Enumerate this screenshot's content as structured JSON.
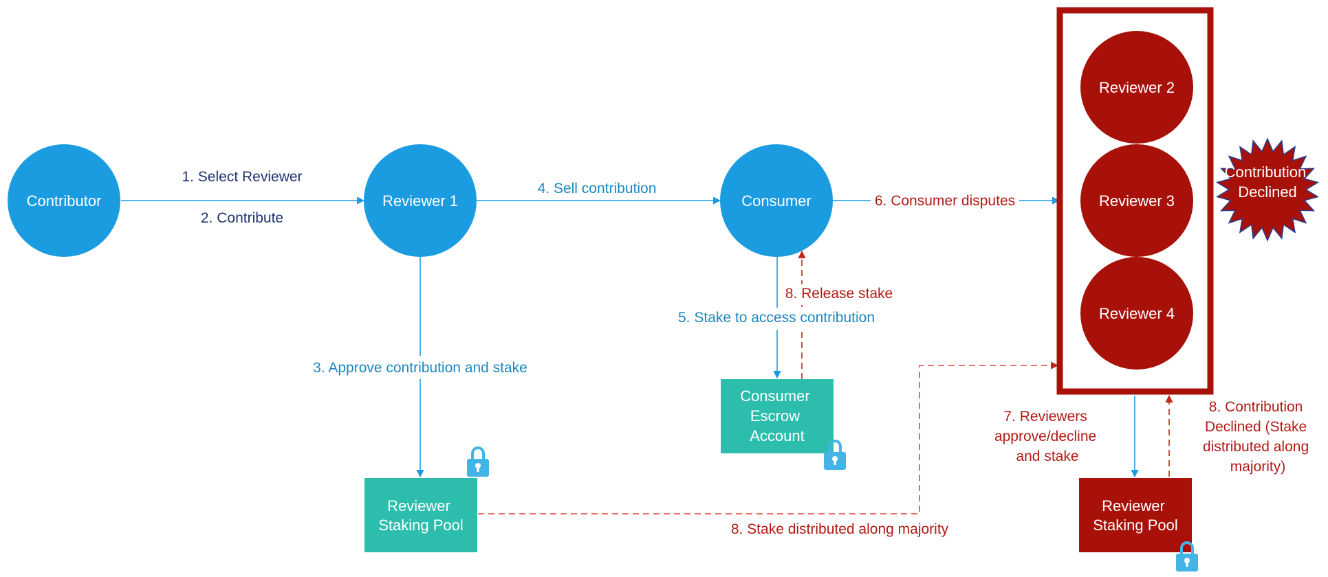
{
  "colors": {
    "blue_node": "#1b9ce0",
    "teal_box": "#2dbdad",
    "dark_red": "#a81109",
    "navy_text": "#1f3270",
    "blue_text": "#1a87c0",
    "red_text": "#b21a16",
    "dashed_red": "#e0443a",
    "lock_blue": "#43b4e6"
  },
  "icons": [
    "lock-icon",
    "starburst-badge",
    "arrow-head"
  ],
  "nodes": {
    "contributor": "Contributor",
    "reviewer1": "Reviewer 1",
    "consumer": "Consumer",
    "reviewer2": "Reviewer 2",
    "reviewer3": "Reviewer 3",
    "reviewer4": "Reviewer 4",
    "reviewer_staking_pool": [
      "Reviewer",
      "Staking Pool"
    ],
    "consumer_escrow": [
      "Consumer",
      "Escrow",
      "Account"
    ],
    "reviewer_staking_pool_2": [
      "Reviewer",
      "Staking Pool"
    ],
    "declined_badge": [
      "Contribution",
      "Declined"
    ]
  },
  "edges": {
    "select_reviewer": "1. Select Reviewer",
    "contribute": "2. Contribute",
    "approve_stake": "3. Approve contribution and stake",
    "sell_contribution": "4. Sell contribution",
    "stake_access": "5. Stake to access contribution",
    "consumer_disputes": "6. Consumer disputes",
    "reviewers_vote": [
      "7. Reviewers",
      "approve/decline",
      "and stake"
    ],
    "release_stake": "8. Release stake",
    "stake_distributed": "8. Stake distributed along majority",
    "contribution_declined": [
      "8. Contribution",
      "Declined (Stake",
      "distributed along",
      "majority)"
    ]
  }
}
